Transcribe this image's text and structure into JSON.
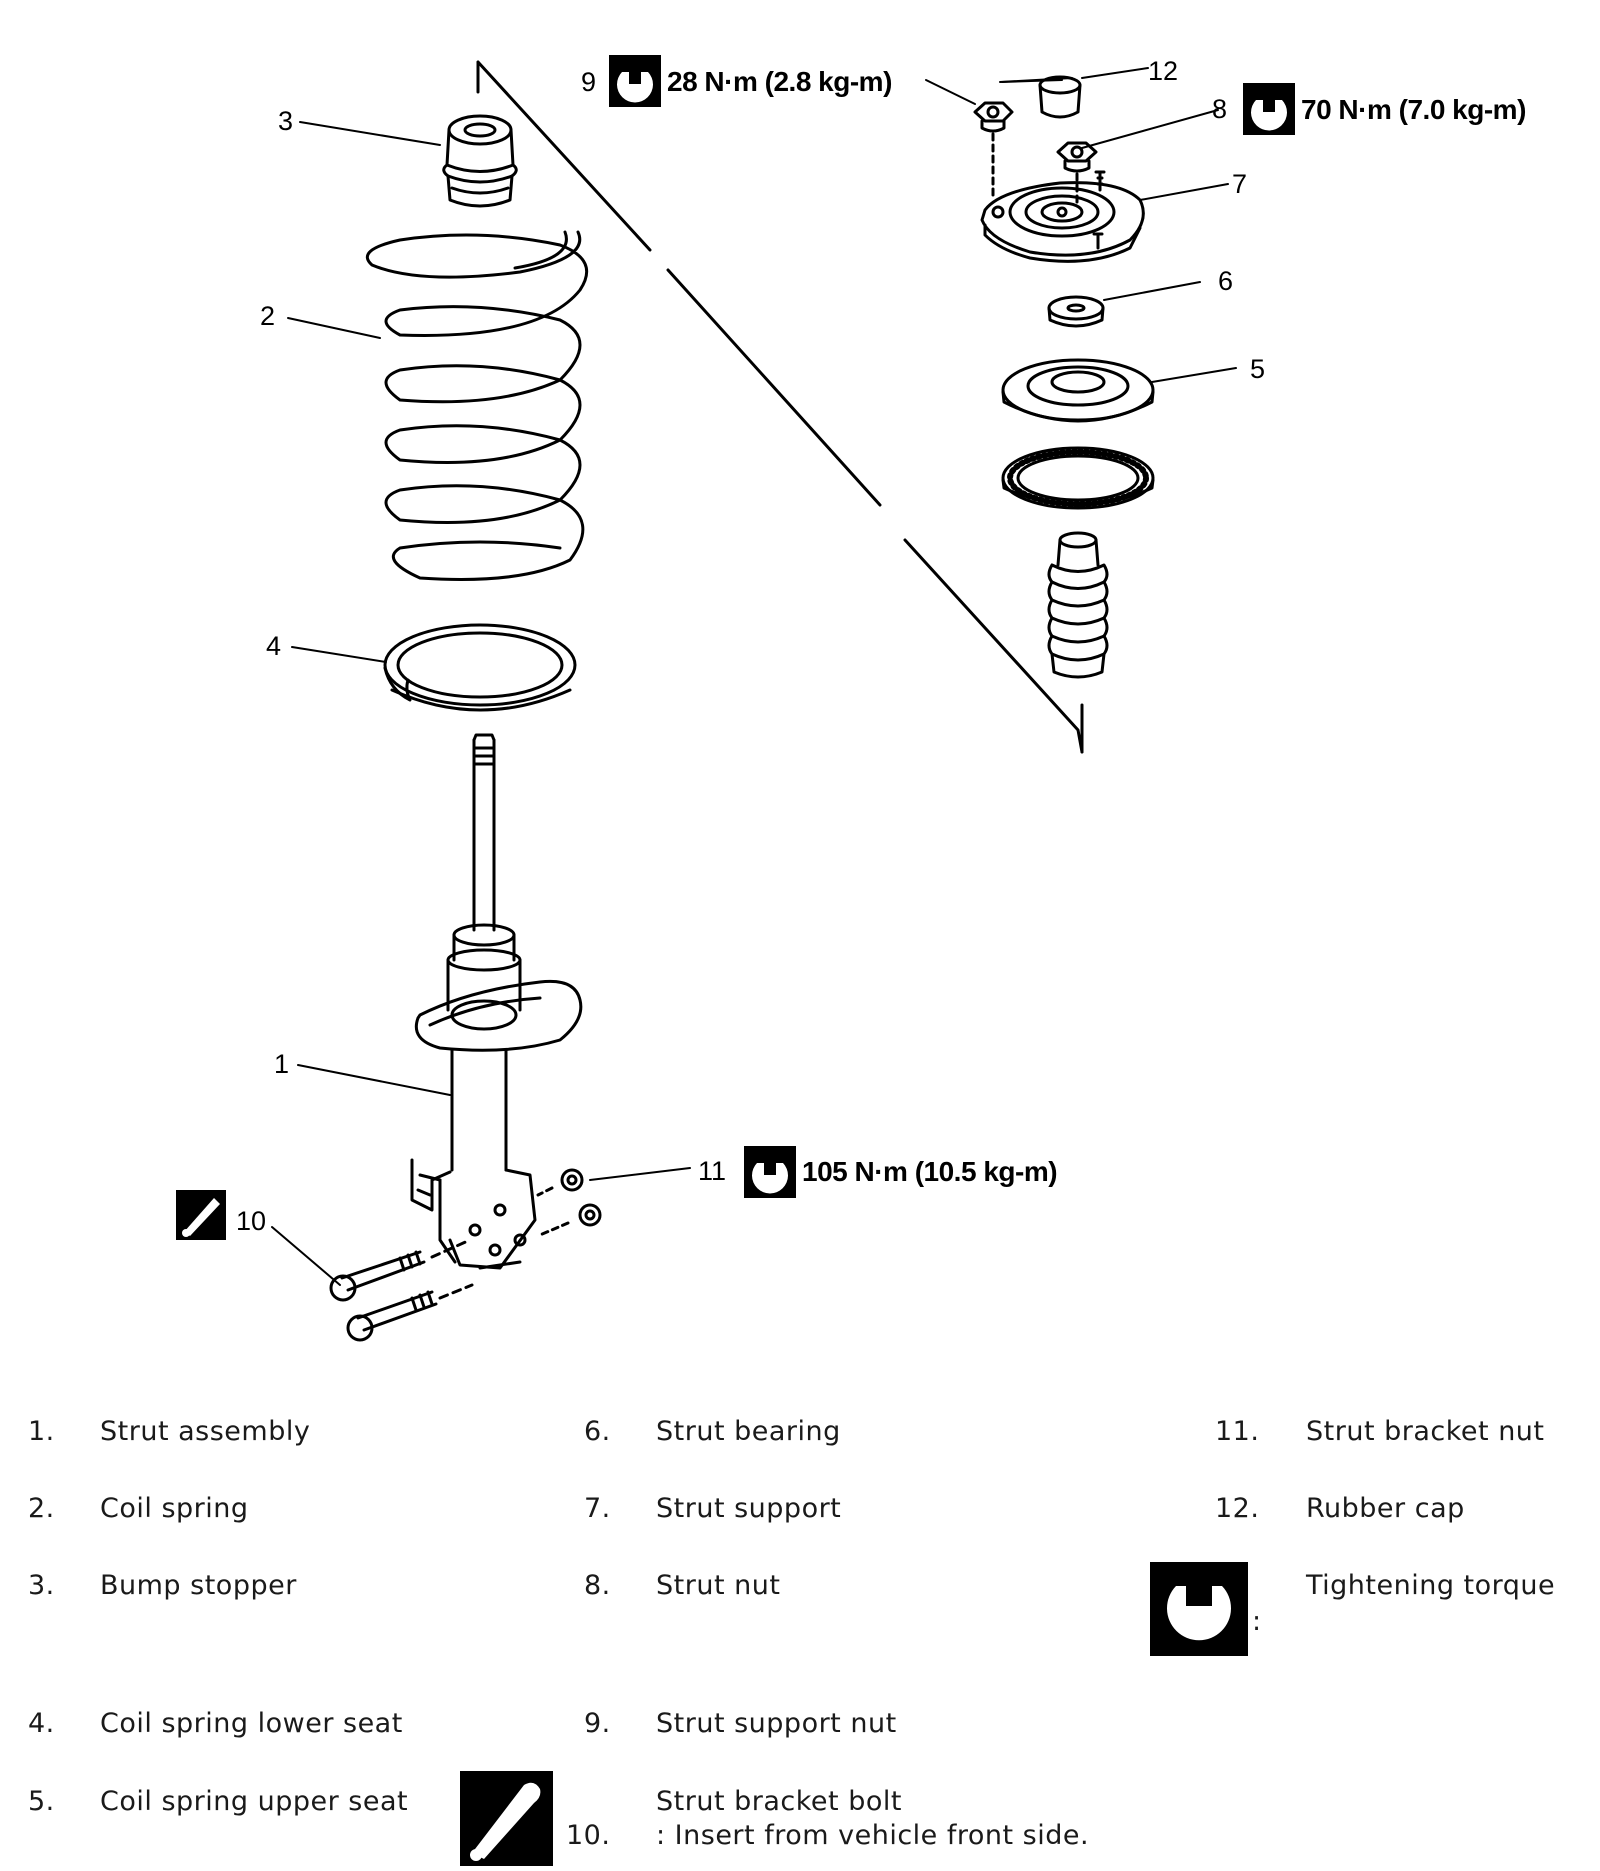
{
  "callouts": {
    "c1": "1",
    "c2": "2",
    "c3": "3",
    "c4": "4",
    "c5": "5",
    "c6": "6",
    "c7": "7",
    "c8": "8",
    "c9": "9",
    "c10": "10",
    "c11": "11",
    "c12": "12"
  },
  "torques": {
    "t9": "28 N·m (2.8 kg-m)",
    "t8": "70 N·m (7.0 kg-m)",
    "t11": "105 N·m (10.5 kg-m)"
  },
  "legend": {
    "items": [
      {
        "num": "1.",
        "label": "Strut assembly"
      },
      {
        "num": "2.",
        "label": "Coil spring"
      },
      {
        "num": "3.",
        "label": "Bump stopper"
      },
      {
        "num": "4.",
        "label": "Coil spring lower seat"
      },
      {
        "num": "5.",
        "label": "Coil spring upper seat"
      },
      {
        "num": "6.",
        "label": "Strut bearing"
      },
      {
        "num": "7.",
        "label": "Strut support"
      },
      {
        "num": "8.",
        "label": "Strut nut"
      },
      {
        "num": "9.",
        "label": "Strut support nut"
      },
      {
        "num": "10.",
        "label": "Strut bracket bolt",
        "note": ": Insert from vehicle front side."
      },
      {
        "num": "11.",
        "label": "Strut bracket nut"
      },
      {
        "num": "12.",
        "label": "Rubber cap"
      }
    ],
    "torque_symbol_colon": ":",
    "torque_symbol_label": "Tightening torque"
  },
  "icons": {
    "torque": "wrench-torque-icon",
    "insert_direction": "insert-direction-icon"
  }
}
